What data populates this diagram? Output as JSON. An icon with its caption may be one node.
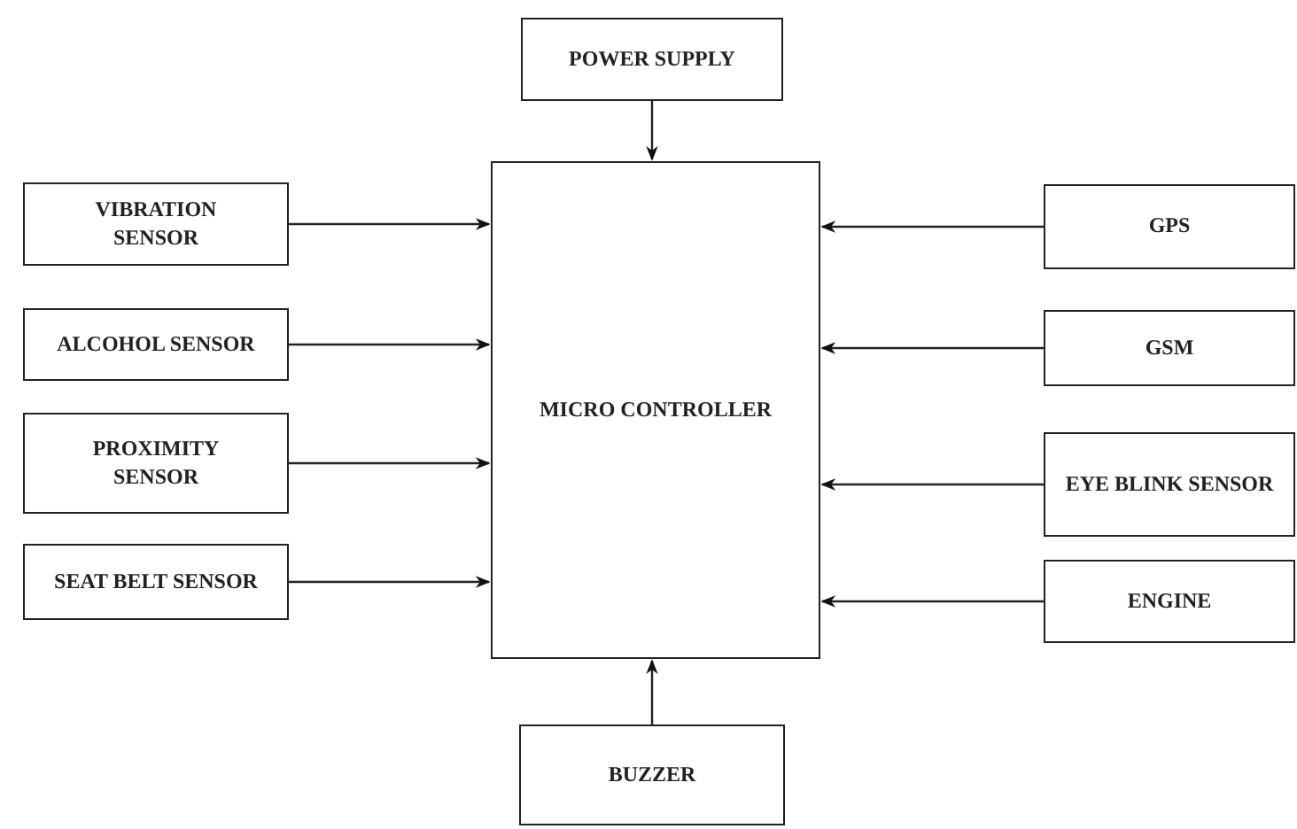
{
  "diagram": {
    "nodes": [
      {
        "text": [
          "POWER SUPPLY"
        ]
      },
      {
        "text": [
          "MICRO CONTROLLER"
        ]
      },
      {
        "text": [
          "VIBRATION SENSOR"
        ]
      },
      {
        "text": [
          "ALCOHOL SENSOR"
        ]
      },
      {
        "text": [
          "PROXIMITY SENSOR"
        ]
      },
      {
        "text": [
          "SEAT BELT SENSOR"
        ]
      },
      {
        "text": [
          "GPS"
        ]
      },
      {
        "text": [
          "GSM"
        ]
      },
      {
        "text": [
          "EYE BLINK SENSOR"
        ]
      },
      {
        "text": [
          "ENGINE"
        ]
      },
      {
        "text": [
          "BUZZER"
        ]
      }
    ],
    "edges": [
      {
        "from": 0,
        "to": 1,
        "arrow": "to"
      },
      {
        "from": 2,
        "to": 1,
        "arrow": "to"
      },
      {
        "from": 3,
        "to": 1,
        "arrow": "to"
      },
      {
        "from": 4,
        "to": 1,
        "arrow": "to"
      },
      {
        "from": 5,
        "to": 1,
        "arrow": "to"
      },
      {
        "from": 6,
        "to": 1,
        "arrow": "to"
      },
      {
        "from": 7,
        "to": 1,
        "arrow": "to"
      },
      {
        "from": 8,
        "to": 1,
        "arrow": "to"
      },
      {
        "from": 9,
        "to": 1,
        "arrow": "to"
      },
      {
        "from": 10,
        "to": 1,
        "arrow": "to"
      }
    ]
  }
}
